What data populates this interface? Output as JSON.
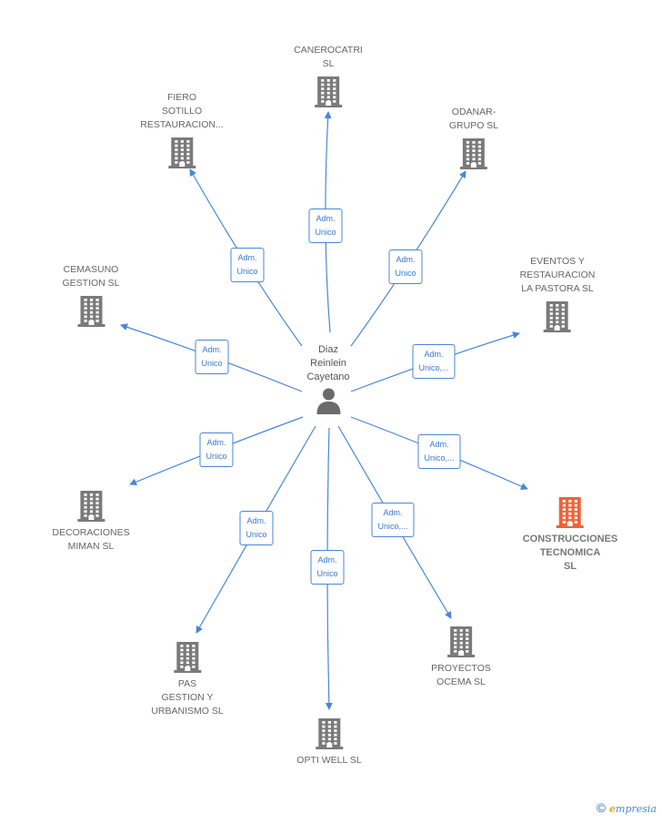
{
  "center": {
    "name": "Diaz\nReinlein\nCayetano",
    "icon": "person-icon"
  },
  "companies": [
    {
      "id": "canerocatri",
      "name": "CANEROCATRI\nSL",
      "role": "Adm.\nUnico",
      "highlight": false
    },
    {
      "id": "fiero",
      "name": "FIERO\nSOTILLO\nRESTAURACION...",
      "role": "Adm.\nUnico",
      "highlight": false
    },
    {
      "id": "odanar",
      "name": "ODANAR-\nGRUPO SL",
      "role": "Adm.\nUnico",
      "highlight": false
    },
    {
      "id": "cemasuno",
      "name": "CEMASUNO\nGESTION  SL",
      "role": "Adm.\nUnico",
      "highlight": false
    },
    {
      "id": "eventos",
      "name": "EVENTOS Y\nRESTAURACION\nLA PASTORA SL",
      "role": "Adm.\nUnico,...",
      "highlight": false
    },
    {
      "id": "decoraciones",
      "name": "DECORACIONES\nMIMAN SL",
      "role": "Adm.\nUnico",
      "highlight": false
    },
    {
      "id": "construcciones",
      "name": "CONSTRUCCIONES\nTECNOMICA\nSL",
      "role": "Adm.\nUnico,...",
      "highlight": true
    },
    {
      "id": "pas",
      "name": "PAS\nGESTION Y\nURBANISMO  SL",
      "role": "Adm.\nUnico",
      "highlight": false
    },
    {
      "id": "proyectos",
      "name": "PROYECTOS\nOCEMA  SL",
      "role": "Adm.\nUnico,...",
      "highlight": false
    },
    {
      "id": "optiwell",
      "name": "OPTI WELL SL",
      "role": "Adm.\nUnico",
      "highlight": false
    }
  ],
  "colors": {
    "link": "#4a86d8",
    "building": "#7a7a7a",
    "building_highlight": "#f0623a",
    "person": "#6b6b6b"
  },
  "footer": {
    "copyright": "©",
    "brand_initial": "e",
    "brand_rest": "mpresia"
  }
}
